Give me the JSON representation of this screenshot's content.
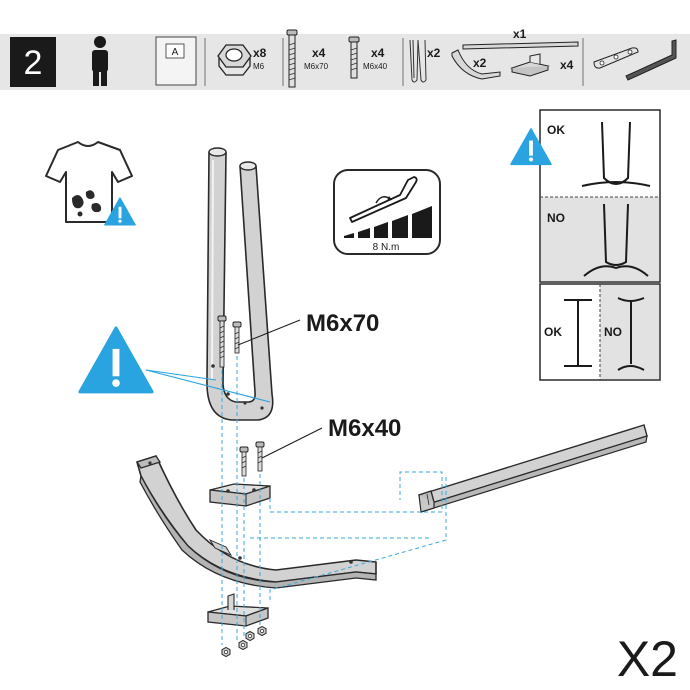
{
  "step": {
    "number": "2"
  },
  "parts_bar": {
    "bag_label": "A",
    "nut": {
      "qty": "x8",
      "size": "M6"
    },
    "bolt_long": {
      "qty": "x4",
      "size": "M6x70"
    },
    "bolt_short": {
      "qty": "x4",
      "size": "M6x40"
    },
    "legs": {
      "qty": "x2"
    },
    "rod": {
      "qty": "x1"
    },
    "curved_base": {
      "qty": "x2"
    },
    "brackets": {
      "qty": "x4"
    }
  },
  "torque": {
    "value": "8 N.m"
  },
  "callouts": {
    "bolt_long": "M6x70",
    "bolt_short": "M6x40"
  },
  "check_panel": {
    "ok_label": "OK",
    "no_label": "NO",
    "ok_label_2": "OK",
    "no_label_2": "NO"
  },
  "repeat": {
    "label": "X2"
  },
  "colors": {
    "accent_blue": "#2aa4e0",
    "metal": "#d2d2d2",
    "outline": "#2a2a2a",
    "bar_bg": "#e6e6e6",
    "dash": "#3aa8dc"
  }
}
